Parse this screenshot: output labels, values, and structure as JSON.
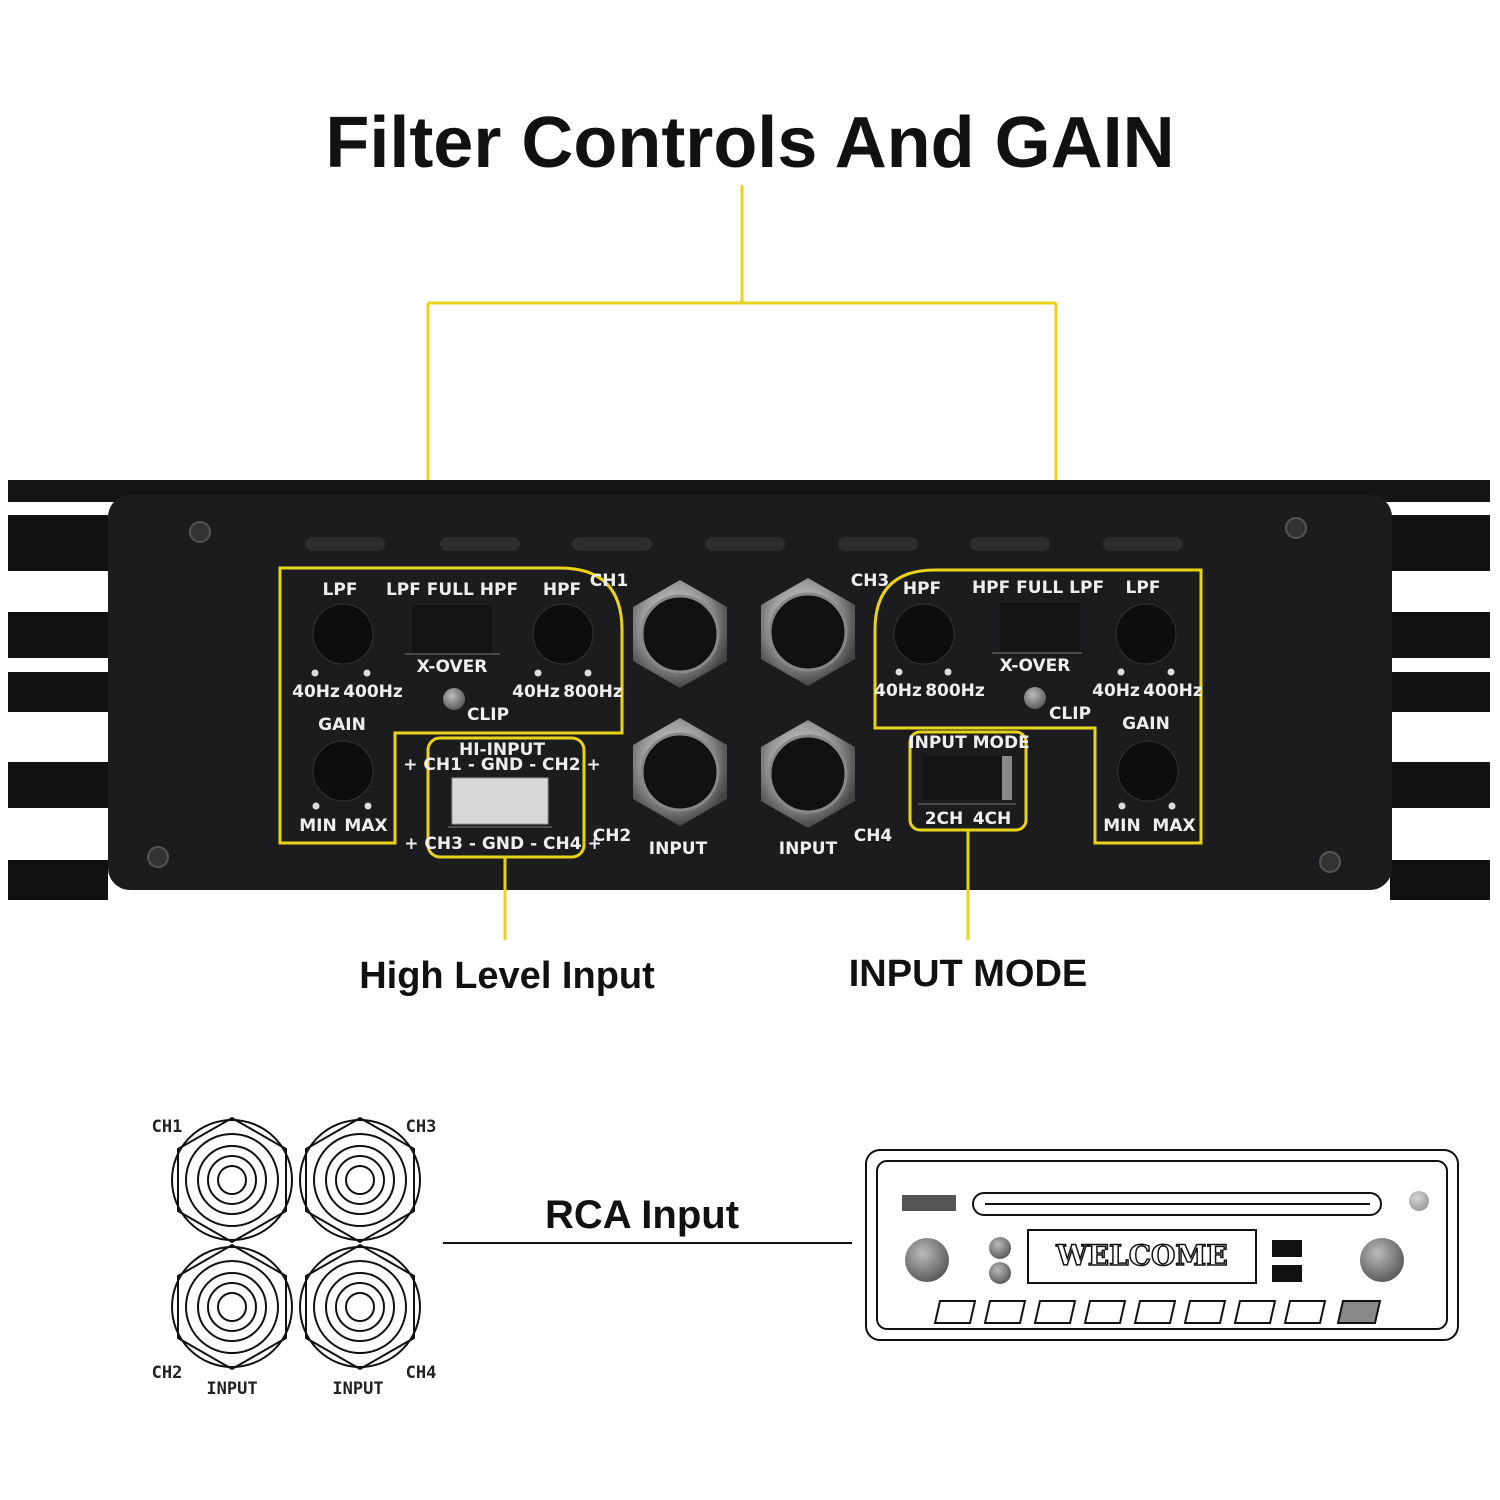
{
  "title": "Filter Controls And GAIN",
  "callouts": {
    "high_level_input": "High Level Input",
    "input_mode": "INPUT MODE",
    "rca_input": "RCA Input"
  },
  "left_panel": {
    "lpf": "LPF",
    "xover_modes": "LPF FULL HPF",
    "hpf": "HPF",
    "xover": "X-OVER",
    "clip": "CLIP",
    "gain": "GAIN",
    "lpf_min": "40Hz",
    "lpf_max": "400Hz",
    "hpf_min": "40Hz",
    "hpf_max": "800Hz",
    "gain_min": "MIN",
    "gain_max": "MAX"
  },
  "right_panel": {
    "hpf": "HPF",
    "xover_modes": "HPF FULL LPF",
    "lpf": "LPF",
    "xover": "X-OVER",
    "clip": "CLIP",
    "gain": "GAIN",
    "hpf_min": "40Hz",
    "hpf_max": "800Hz",
    "lpf_min": "40Hz",
    "lpf_max": "400Hz",
    "gain_min": "MIN",
    "gain_max": "MAX"
  },
  "hi_input": {
    "title": "HI-INPUT",
    "top_pins": "+ CH1 - GND - CH2 +",
    "bottom_pins": "+ CH3 - GND - CH4 +"
  },
  "input_mode": {
    "title": "INPUT MODE",
    "opt1": "2CH",
    "opt2": "4CH"
  },
  "rca": {
    "ch1": "CH1",
    "ch2": "CH2",
    "ch3": "CH3",
    "ch4": "CH4",
    "input": "INPUT"
  },
  "diagram": {
    "ch1": "CH1",
    "ch2": "CH2",
    "ch3": "CH3",
    "ch4": "CH4",
    "input": "INPUT"
  },
  "head_unit": {
    "display": "WELCOME"
  },
  "colors": {
    "accent": "#e8d31a",
    "panel": "#1c1c1e",
    "body": "#0c0c0c"
  }
}
